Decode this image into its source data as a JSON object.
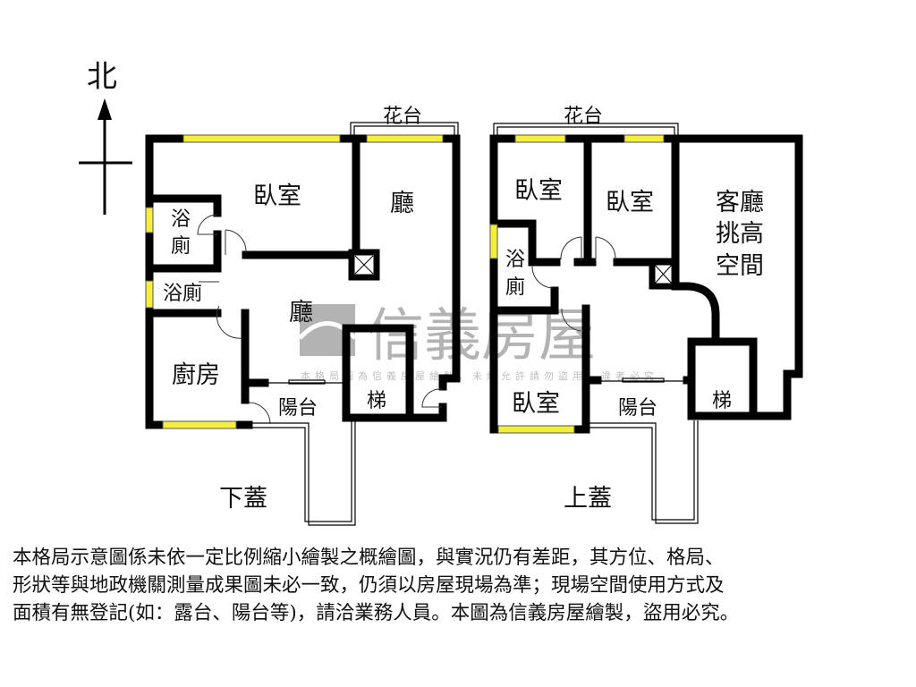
{
  "compass": {
    "north": "北"
  },
  "plans": {
    "lower": {
      "caption": "下蓋",
      "planter": "花台",
      "bedroom": "臥室",
      "hall_top": "廳",
      "bath1_a": "浴",
      "bath1_b": "廁",
      "bath2": "浴廁",
      "hall_main": "廳",
      "kitchen": "廚房",
      "stairs": "梯",
      "balcony": "陽台"
    },
    "upper": {
      "caption": "上蓋",
      "planter": "花台",
      "bedroom1": "臥室",
      "bedroom2": "臥室",
      "living_1": "客廳",
      "living_2": "挑高",
      "living_3": "空間",
      "bath_a": "浴",
      "bath_b": "廁",
      "bedroom3": "臥室",
      "stairs": "梯",
      "balcony": "陽台"
    }
  },
  "watermark": {
    "brand": "信義房屋",
    "notice": "本格局圖為信義房屋繪製，未經允許請勿盜用，違者必究"
  },
  "disclaimer": [
    "本格局示意圖係未依一定比例縮小繪製之概繪圖，與實況仍有差距，其方位、格局、",
    "形狀等與地政機關測量成果圖未必一致，仍須以房屋現場為準；現場空間使用方式及",
    "面積有無登記(如：露台、陽台等)，請洽業務人員。本圖為信義房屋繪製，盜用必究。"
  ],
  "colors": {
    "wall": "#000000",
    "window": "#f4ef3a",
    "watermark": "#9a9a9a"
  }
}
